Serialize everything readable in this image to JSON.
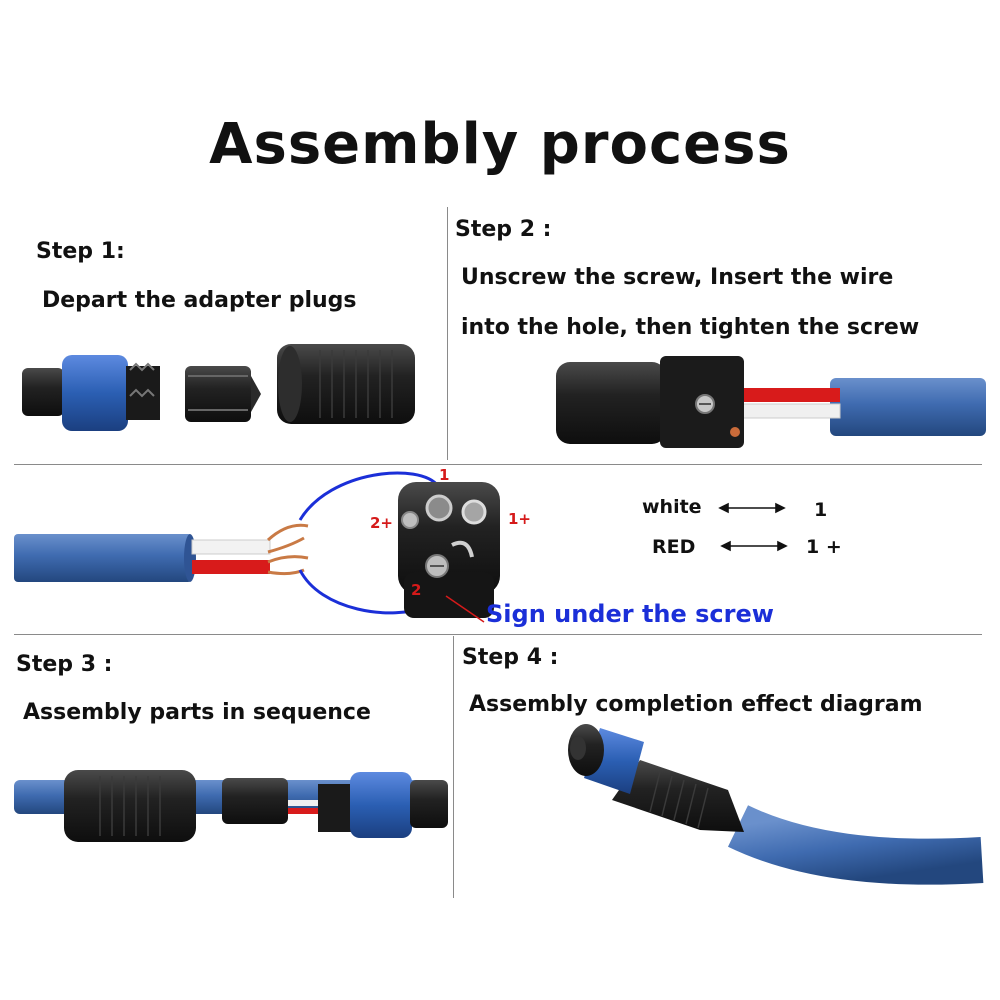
{
  "title": "Assembly process",
  "step1": {
    "heading": "Step 1:",
    "text": "Depart the  adapter plugs"
  },
  "step2": {
    "heading": "Step 2 :",
    "line1": "Unscrew the screw, Insert the wire",
    "line2": "into the hole,   then  tighten the screw"
  },
  "wiring": {
    "pins": {
      "top": "1",
      "right": "1+",
      "left": "2+",
      "bottom": "2"
    },
    "sign": "Sign under the screw",
    "mapping": [
      {
        "wire": "white",
        "pin": "1"
      },
      {
        "wire": "RED",
        "pin": "1 +"
      }
    ]
  },
  "step3": {
    "heading": "Step 3 :",
    "text": "Assembly parts in sequence"
  },
  "step4": {
    "heading": "Step 4 :",
    "text": "Assembly completion effect diagram"
  },
  "colors": {
    "cable_blue": "#3f6bb0",
    "ring_blue": "#2b5fb3",
    "black": "#1e1e1e",
    "red_wire": "#d81b1b",
    "annotation_blue": "#1b2fd8",
    "pin_red": "#d51a1a"
  }
}
